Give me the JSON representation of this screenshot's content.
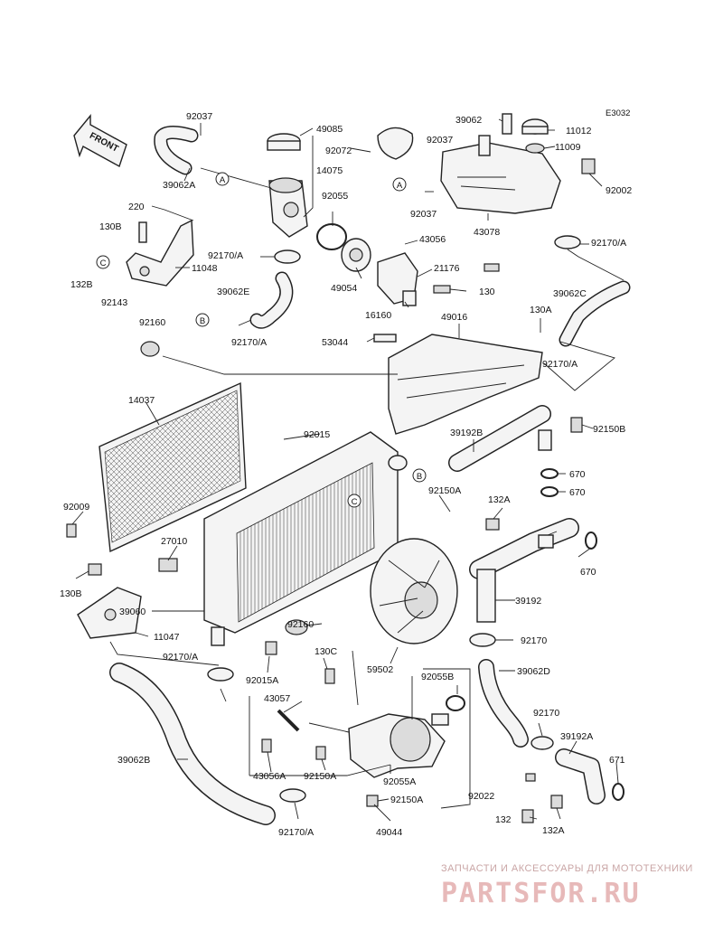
{
  "diagram_code": "E3032",
  "front_label": "FRONT",
  "callouts": [
    "A",
    "B",
    "C"
  ],
  "parts": [
    "92037",
    "49085",
    "92072",
    "14075",
    "39062A",
    "92055",
    "220",
    "130B",
    "11048",
    "92170/A",
    "C",
    "132B",
    "92143",
    "39062E",
    "49054",
    "43056",
    "21176",
    "130",
    "16160",
    "92160",
    "53044",
    "49016",
    "39062",
    "11012",
    "11009",
    "92002",
    "43078",
    "39062C",
    "130A",
    "92150B",
    "39192B",
    "670",
    "14037",
    "92015",
    "92009",
    "27010",
    "39060",
    "11047",
    "92015A",
    "130C",
    "59502",
    "43057",
    "43056A",
    "92150A",
    "92055A",
    "92055B",
    "49044",
    "92022",
    "39062B",
    "39062D",
    "39192",
    "39192A",
    "671",
    "132",
    "132A",
    "92170"
  ],
  "watermark": {
    "line1": "ЗАПЧАСТИ И АКСЕССУАРЫ ДЛЯ МОТОТЕХНИКИ",
    "line2": "PARTSFOR.RU"
  }
}
